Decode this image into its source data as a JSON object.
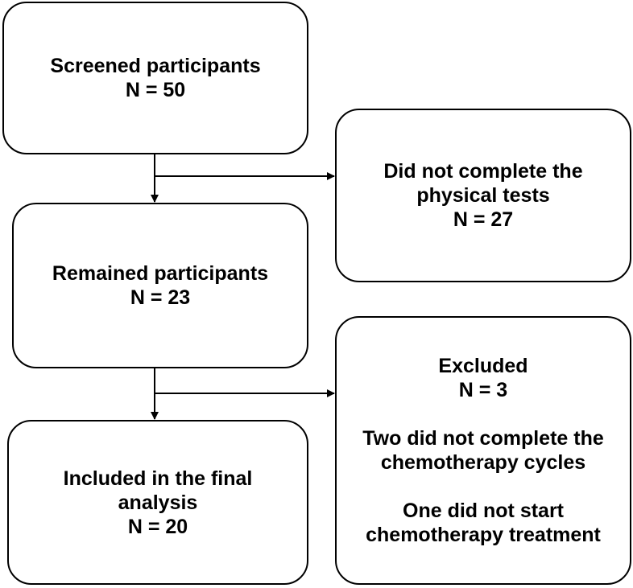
{
  "flowchart": {
    "screened": {
      "title": "Screened participants",
      "count": "N = 50"
    },
    "did_not_complete": {
      "line1": "Did not complete the",
      "line2": "physical tests",
      "count": "N = 27"
    },
    "remained": {
      "title": "Remained participants",
      "count": "N = 23"
    },
    "excluded": {
      "title": "Excluded",
      "count": "N = 3",
      "reason1_line1": "Two did not complete the",
      "reason1_line2": "chemotherapy cycles",
      "reason2_line1": "One did not start",
      "reason2_line2": "chemotherapy treatment"
    },
    "included": {
      "line1": "Included in the final",
      "line2": "analysis",
      "count": "N = 20"
    }
  }
}
